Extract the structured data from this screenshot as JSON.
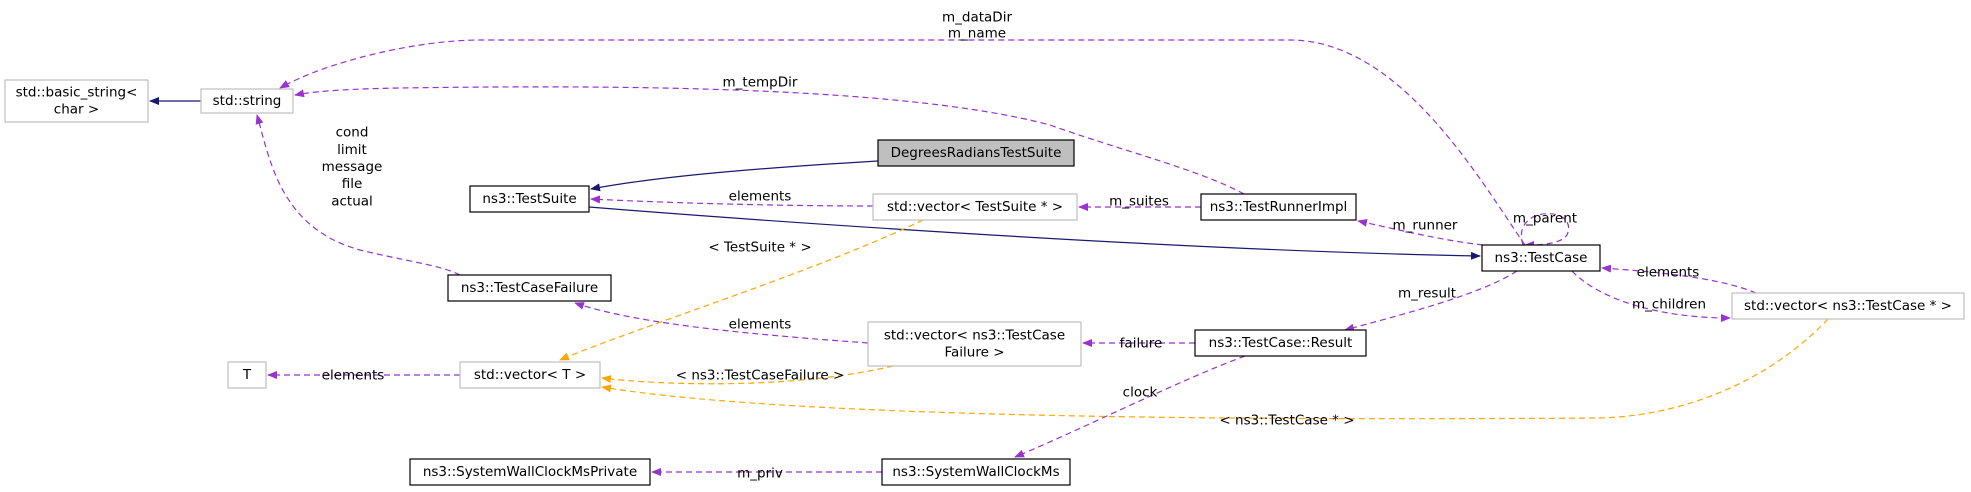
{
  "diagram": {
    "colors": {
      "inheritance": "#191970",
      "usage": "#9a32cd",
      "template": "#ffa500",
      "documented_border": "#000000",
      "undocumented_border": "#bfbfbf",
      "focus_fill": "#bfbfbf"
    },
    "nodes": {
      "basic_string": {
        "lines": [
          "std::basic_string<",
          "char >"
        ]
      },
      "string": {
        "lines": [
          "std::string"
        ]
      },
      "degrees_suite": {
        "lines": [
          "DegreesRadiansTestSuite"
        ]
      },
      "test_suite": {
        "lines": [
          "ns3::TestSuite"
        ]
      },
      "vector_suite": {
        "lines": [
          "std::vector< TestSuite * >"
        ]
      },
      "runner_impl": {
        "lines": [
          "ns3::TestRunnerImpl"
        ]
      },
      "test_case": {
        "lines": [
          "ns3::TestCase"
        ]
      },
      "vector_case": {
        "lines": [
          "std::vector< ns3::TestCase * >"
        ]
      },
      "case_failure": {
        "lines": [
          "ns3::TestCaseFailure"
        ]
      },
      "vector_failure": {
        "lines": [
          "std::vector< ns3::TestCase",
          "Failure >"
        ]
      },
      "result": {
        "lines": [
          "ns3::TestCase::Result"
        ]
      },
      "t": {
        "lines": [
          "T"
        ]
      },
      "vector_t": {
        "lines": [
          "std::vector< T >"
        ]
      },
      "clock_private": {
        "lines": [
          "ns3::SystemWallClockMsPrivate"
        ]
      },
      "clock": {
        "lines": [
          "ns3::SystemWallClockMs"
        ]
      }
    },
    "edges": {
      "string_to_basic": {
        "kind": "inheritance",
        "lines": []
      },
      "degrees_to_suite": {
        "kind": "inheritance",
        "lines": []
      },
      "suite_to_case": {
        "kind": "inheritance",
        "lines": []
      },
      "case_to_string": {
        "kind": "usage",
        "lines": [
          "m_dataDir",
          "m_name"
        ]
      },
      "runner_to_string": {
        "kind": "usage",
        "lines": [
          "m_tempDir"
        ]
      },
      "failure_to_string": {
        "kind": "usage",
        "lines": [
          "cond",
          "limit",
          "message",
          "file",
          "actual"
        ]
      },
      "vsuite_to_suite": {
        "kind": "usage",
        "lines": [
          "elements"
        ]
      },
      "runner_to_vsuite": {
        "kind": "usage",
        "lines": [
          "m_suites"
        ]
      },
      "case_to_runner": {
        "kind": "usage",
        "lines": [
          "m_runner"
        ]
      },
      "case_to_self": {
        "kind": "usage",
        "lines": [
          "m_parent"
        ]
      },
      "vcase_to_case": {
        "kind": "usage",
        "lines": [
          "elements"
        ]
      },
      "case_to_vcase": {
        "kind": "usage",
        "lines": [
          "m_children"
        ]
      },
      "case_to_result": {
        "kind": "usage",
        "lines": [
          "m_result"
        ]
      },
      "vfailure_to_failure": {
        "kind": "usage",
        "lines": [
          "elements"
        ]
      },
      "result_to_vfailure": {
        "kind": "usage",
        "lines": [
          "failure"
        ]
      },
      "vt_to_t": {
        "kind": "usage",
        "lines": [
          "elements"
        ]
      },
      "vsuite_to_vt": {
        "kind": "template",
        "lines": [
          "< TestSuite * >"
        ]
      },
      "vfailure_to_vt": {
        "kind": "template",
        "lines": [
          "< ns3::TestCaseFailure >"
        ]
      },
      "vcase_to_vt": {
        "kind": "template",
        "lines": [
          "< ns3::TestCase * >"
        ]
      },
      "result_to_clock": {
        "kind": "usage",
        "lines": [
          "clock"
        ]
      },
      "clock_to_private": {
        "kind": "usage",
        "lines": [
          "m_priv"
        ]
      }
    }
  }
}
